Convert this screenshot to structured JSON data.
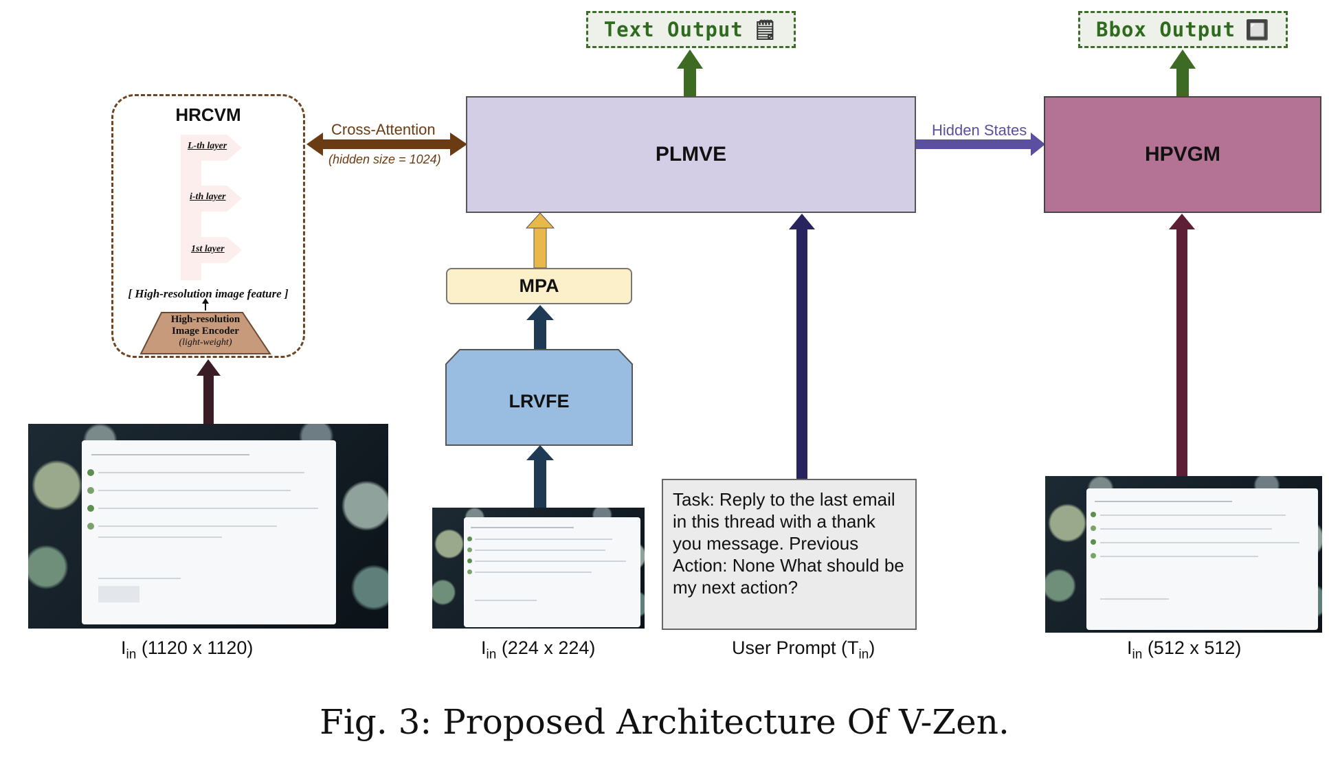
{
  "outputs": {
    "text": {
      "label": "Text Output",
      "icon": "notepad-icon",
      "glyph": "🗒"
    },
    "bbox": {
      "label": "Bbox Output",
      "icon": "square-icon",
      "glyph": "🔲"
    }
  },
  "blocks": {
    "plmve": "PLMVE",
    "hpvgm": "HPVGM",
    "mpa": "MPA",
    "lrvfe": "LRVFE"
  },
  "hrcvm": {
    "title": "HRCVM",
    "layers": [
      "L-th layer",
      "i-th layer",
      "1st layer"
    ],
    "feature_label": "[ High-resolution image feature ]",
    "encoder_line1": "High-resolution",
    "encoder_line2": "Image Encoder",
    "encoder_line3": "(light-weight)"
  },
  "edges": {
    "cross_attention": "Cross-Attention",
    "hidden_size": "(hidden size = 1024)",
    "hidden_states": "Hidden States"
  },
  "prompt": {
    "text": "Task: Reply to the last email in this thread with a thank you message. Previous Action: None What should be my next action?"
  },
  "labels": {
    "img_large_main": "I",
    "img_large_sub": "in",
    "img_large_size": " (1120 x 1120)",
    "img_small_main": "I",
    "img_small_sub": "in",
    "img_small_size": " (224 x 224)",
    "user_prompt_main": "User Prompt (T",
    "user_prompt_sub": "in",
    "user_prompt_end": ")",
    "img_mid_main": "I",
    "img_mid_sub": "in",
    "img_mid_size": " (512 x 512)"
  },
  "caption": "Fig. 3: Proposed Architecture Of V-Zen.",
  "colors": {
    "text_output_arrow": "#3d6b24",
    "cross_attention": "#6b3b14",
    "hidden_states": "#5a4fa0",
    "mpa_arrow": "#e8b84a",
    "lrvfe_arrow": "#1f3a55",
    "prompt_arrow": "#27245e",
    "hpvgm_arrow": "#5c1f35",
    "encoder_arrow": "#3a1c24"
  }
}
